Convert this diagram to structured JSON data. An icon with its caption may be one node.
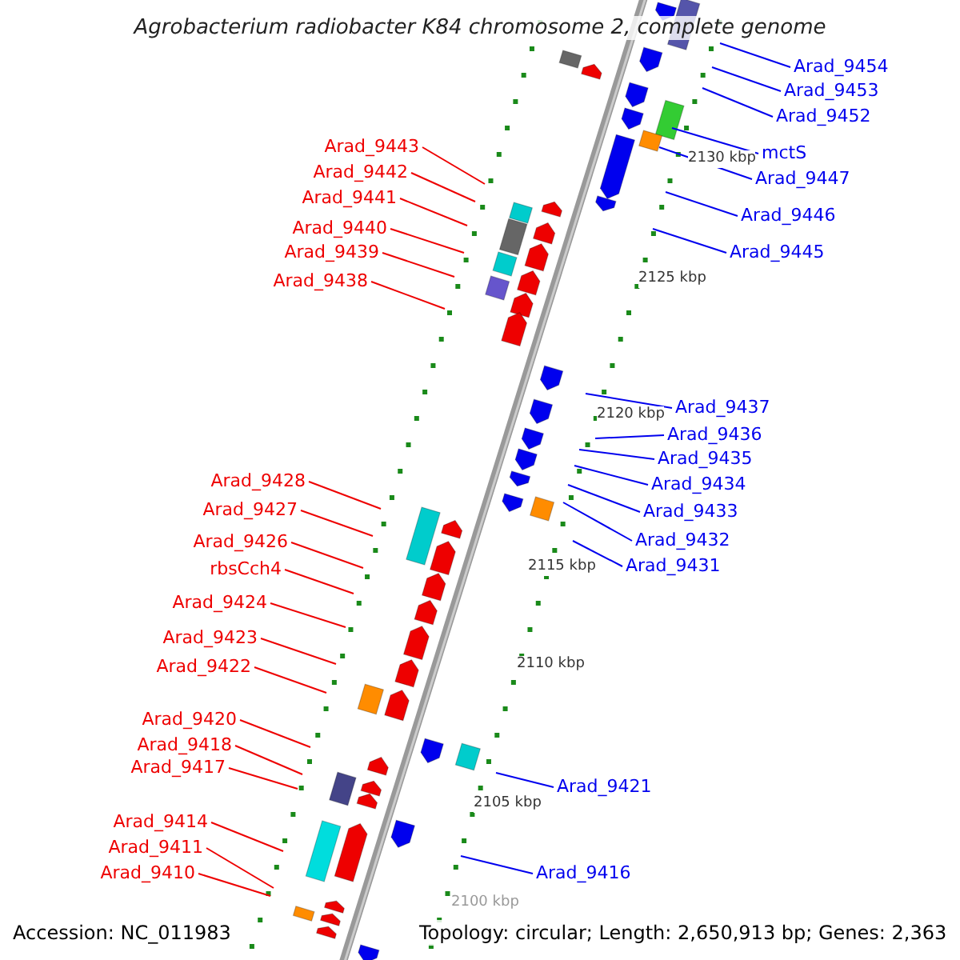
{
  "diagram": {
    "title": "Agrobacterium radiobacter K84 chromosome 2, complete genome",
    "nodes": [
      {
        "text": [
          "Arad_9454"
        ]
      },
      {
        "text": [
          "Arad_9453"
        ]
      },
      {
        "text": [
          "Arad_9452"
        ]
      },
      {
        "text": [
          "Arad_9443"
        ]
      },
      {
        "text": [
          "mctS"
        ]
      },
      {
        "text": [
          "Arad_9442"
        ]
      },
      {
        "text": [
          "Arad_9447"
        ]
      },
      {
        "text": [
          "Arad_9441"
        ]
      },
      {
        "text": [
          "Arad_9446"
        ]
      },
      {
        "text": [
          "Arad_9440"
        ]
      },
      {
        "text": [
          "Arad_9439"
        ]
      },
      {
        "text": [
          "Arad_9445"
        ]
      },
      {
        "text": [
          "Arad_9438"
        ]
      },
      {
        "text": [
          "Arad_9437"
        ]
      },
      {
        "text": [
          "Arad_9436"
        ]
      },
      {
        "text": [
          "Arad_9435"
        ]
      },
      {
        "text": [
          "Arad_9428"
        ]
      },
      {
        "text": [
          "Arad_9434"
        ]
      },
      {
        "text": [
          "Arad_9427"
        ]
      },
      {
        "text": [
          "Arad_9433"
        ]
      },
      {
        "text": [
          "Arad_9432"
        ]
      },
      {
        "text": [
          "Arad_9426"
        ]
      },
      {
        "text": [
          "Arad_9431"
        ]
      },
      {
        "text": [
          "rbsCch4"
        ]
      },
      {
        "text": [
          "Arad_9424"
        ]
      },
      {
        "text": [
          "Arad_9423"
        ]
      },
      {
        "text": [
          "Arad_9422"
        ]
      },
      {
        "text": [
          "Arad_9420"
        ]
      },
      {
        "text": [
          "Arad_9418"
        ]
      },
      {
        "text": [
          "Arad_9417"
        ]
      },
      {
        "text": [
          "Arad_9421"
        ]
      },
      {
        "text": [
          "Arad_9414"
        ]
      },
      {
        "text": [
          "Arad_9411"
        ]
      },
      {
        "text": [
          "Arad_9410"
        ]
      },
      {
        "text": [
          "Arad_9416"
        ]
      }
    ],
    "edges": [
      {
        "from": 0,
        "to": null,
        "arrow": "none",
        "color": "#0000ee"
      },
      {
        "from": 1,
        "to": null,
        "arrow": "none",
        "color": "#0000ee"
      },
      {
        "from": 2,
        "to": null,
        "arrow": "none",
        "color": "#0000ee"
      },
      {
        "from": 3,
        "to": null,
        "arrow": "none"
      },
      {
        "from": 4,
        "to": null,
        "arrow": "none",
        "color": "#0000ee"
      },
      {
        "from": 5,
        "to": null,
        "arrow": "none"
      },
      {
        "from": 6,
        "to": null,
        "arrow": "none",
        "color": "#0000ee"
      },
      {
        "from": 7,
        "to": null,
        "arrow": "none"
      },
      {
        "from": 8,
        "to": null,
        "arrow": "none",
        "color": "#0000ee"
      },
      {
        "from": 9,
        "to": null,
        "arrow": "none"
      },
      {
        "from": 10,
        "to": null,
        "arrow": "none"
      },
      {
        "from": 11,
        "to": null,
        "arrow": "none",
        "color": "#0000ee"
      },
      {
        "from": 12,
        "to": null,
        "arrow": "none"
      },
      {
        "from": 13,
        "to": null,
        "arrow": "none",
        "color": "#0000ee"
      },
      {
        "from": 14,
        "to": null,
        "arrow": "none",
        "color": "#0000ee"
      },
      {
        "from": 15,
        "to": null,
        "arrow": "none",
        "color": "#0000ee"
      },
      {
        "from": 16,
        "to": null,
        "arrow": "none"
      },
      {
        "from": 17,
        "to": null,
        "arrow": "none",
        "color": "#0000ee"
      },
      {
        "from": 18,
        "to": null,
        "arrow": "none"
      },
      {
        "from": 19,
        "to": null,
        "arrow": "none",
        "color": "#0000ee"
      },
      {
        "from": 20,
        "to": null,
        "arrow": "none",
        "color": "#0000ee"
      },
      {
        "from": 21,
        "to": null,
        "arrow": "none"
      },
      {
        "from": 22,
        "to": null,
        "arrow": "none",
        "color": "#0000ee"
      },
      {
        "from": 23,
        "to": null,
        "arrow": "none"
      },
      {
        "from": 24,
        "to": null,
        "arrow": "none"
      },
      {
        "from": 25,
        "to": null,
        "arrow": "none"
      },
      {
        "from": 26,
        "to": null,
        "arrow": "none"
      },
      {
        "from": 27,
        "to": null,
        "arrow": "none"
      },
      {
        "from": 28,
        "to": null,
        "arrow": "none"
      },
      {
        "from": 29,
        "to": null,
        "arrow": "none"
      },
      {
        "from": 30,
        "to": null,
        "arrow": "none",
        "color": "#0000ee"
      },
      {
        "from": 31,
        "to": null,
        "arrow": "none"
      },
      {
        "from": 32,
        "to": null,
        "arrow": "none"
      },
      {
        "from": 33,
        "to": null,
        "arrow": "none"
      },
      {
        "from": 34,
        "to": null,
        "arrow": "none",
        "color": "#0000ee"
      }
    ],
    "labels": [
      "2130 kbp",
      "2125 kbp",
      "2120 kbp",
      "2115 kbp",
      "2110 kbp",
      "2105 kbp",
      "2100 kbp",
      "Accession: NC_011983",
      "Topology: circular; Length: 2,650,913 bp; Genes: 2,363"
    ]
  }
}
